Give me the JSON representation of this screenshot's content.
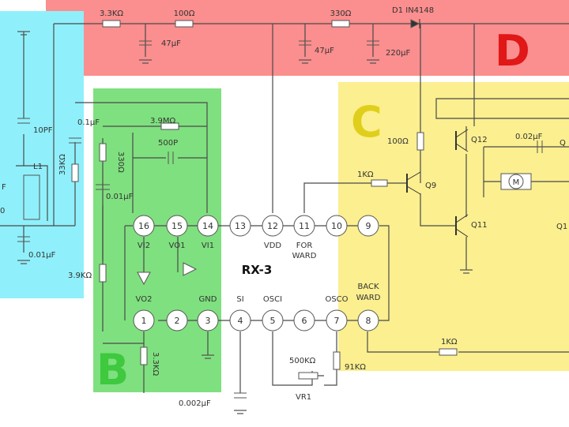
{
  "colors": {
    "zone_a": "#8ff0fb",
    "zone_b": "#7fe07f",
    "zone_c": "#fbef8f",
    "zone_d": "#fb8e8e",
    "letter_b": "#3ec93e",
    "letter_c": "#e0cf1a",
    "letter_d": "#e01818",
    "wire": "#4a4a4a"
  },
  "zones": {
    "b": "B",
    "c": "C",
    "d": "D"
  },
  "chip": {
    "name": "RX-3",
    "pins": [
      "1",
      "2",
      "3",
      "4",
      "5",
      "6",
      "7",
      "8",
      "9",
      "10",
      "11",
      "12",
      "13",
      "14",
      "15",
      "16"
    ],
    "pin_labels": {
      "vi2": "VI2",
      "vo1": "VO1",
      "vi1": "VI1",
      "vdd": "VDD",
      "forward_1": "FOR",
      "forward_2": "WARD",
      "vo2": "VO2",
      "gnd": "GND",
      "si": "SI",
      "osci": "OSCI",
      "osco": "OSCO",
      "backward_1": "BACK",
      "backward_2": "WARD"
    }
  },
  "components": {
    "r_3k3_top": "3.3KΩ",
    "r_100_top": "100Ω",
    "c_47uf_a": "47μF",
    "c_47uf_b": "47μF",
    "r_330_top": "330Ω",
    "d1": "D1 IN4148",
    "c_220uf": "220μF",
    "c_10pf": "10PF",
    "c_0p1uf": "0.1μF",
    "r_33k": "33KΩ",
    "l1": "L1",
    "c_0p01uf_a": "0.01μF",
    "r_3p9m": "3.9MΩ",
    "c_500p": "500P",
    "r_330_b": "330Ω",
    "c_0p01uf_b": "0.01μF",
    "r_3p9k": "3.9KΩ",
    "r_3p3k_b": "3.3KΩ",
    "r_100_c": "100Ω",
    "q12": "Q12",
    "c_0p02uf": "0.02μF",
    "q_partial": "Q",
    "r_1k_c": "1KΩ",
    "q9": "Q9",
    "motor": "M",
    "q11": "Q11",
    "q_partial_right": "Q1",
    "r_1k_bottom": "1KΩ",
    "r_500k": "500KΩ",
    "r_91k": "91KΩ",
    "vr1": "VR1",
    "c_0p002uf": "0.002μF",
    "partial_left": "0",
    "partial_left_cap": "F"
  }
}
